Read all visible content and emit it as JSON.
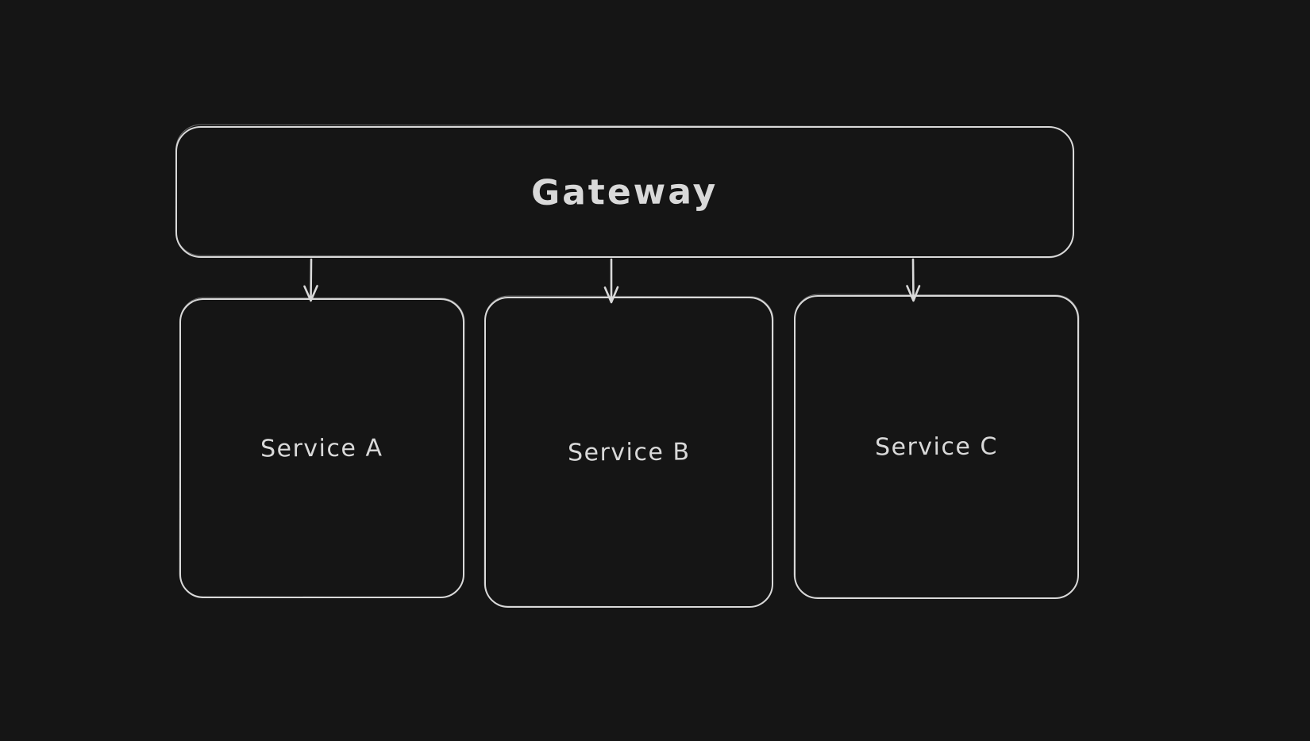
{
  "canvas": {
    "background": "#151515",
    "stroke_color": "#d9d9d9",
    "text_color": "#d9d9d9"
  },
  "diagram": {
    "gateway": {
      "label": "Gateway"
    },
    "services": [
      {
        "label": "Service A"
      },
      {
        "label": "Service B"
      },
      {
        "label": "Service C"
      }
    ],
    "arrows": [
      {
        "from": "Gateway",
        "to": "Service A"
      },
      {
        "from": "Gateway",
        "to": "Service B"
      },
      {
        "from": "Gateway",
        "to": "Service C"
      }
    ]
  }
}
